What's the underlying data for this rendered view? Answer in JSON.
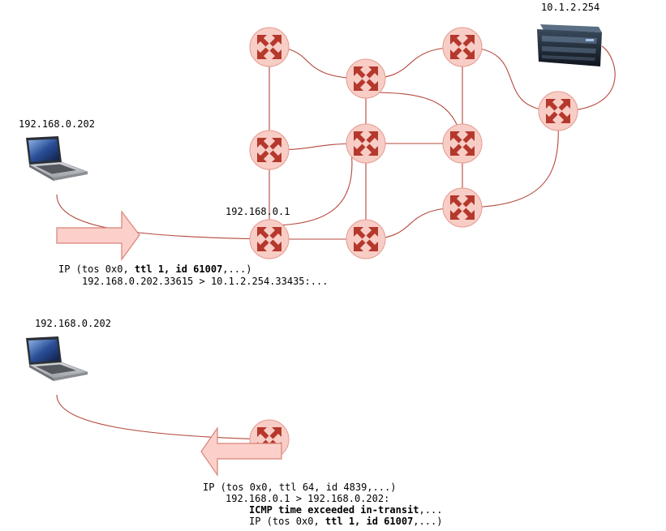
{
  "colors": {
    "link": "#b5483c",
    "router_fill": "#f8cdc6",
    "router_arrows": "#b5382c",
    "big_arrow_fill": "#fbd0ca"
  },
  "icons": {
    "router": "router-icon",
    "laptop": "laptop-icon",
    "server": "server-icon",
    "arrow": "big-arrow-icon"
  },
  "top": {
    "server_label": "10.1.2.254",
    "laptop_label": "192.168.0.202",
    "gateway_label": "192.168.0.1",
    "packet": {
      "line1_prefix": "IP (tos 0x0, ",
      "line1_bold": "ttl 1, id 61007",
      "line1_suffix": ",...)",
      "line2": "192.168.0.202.33615 > 10.1.2.254.33435:..."
    }
  },
  "bottom": {
    "laptop_label": "192.168.0.202",
    "reply": {
      "line1": "IP (tos 0x0, ttl 64, id 4839,...)",
      "line2": "192.168.0.1 > 192.168.0.202:",
      "line3_bold": "ICMP time exceeded in-transit",
      "line3_suffix": ",...",
      "line4_prefix": "IP (tos 0x0, ",
      "line4_bold": "ttl 1, id 61007",
      "line4_suffix": ",...)"
    }
  }
}
